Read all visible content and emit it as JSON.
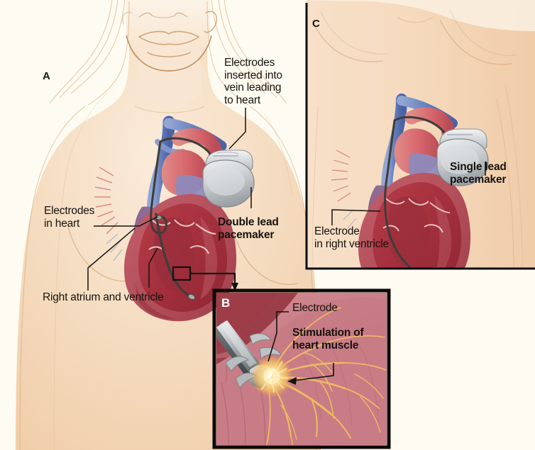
{
  "figure": {
    "title": "Cardiac pacemaker implantation illustration",
    "background_color": "#FEFCF2",
    "skin_color": "#F6DCC1",
    "panels": [
      {
        "id": "A",
        "letter": "A",
        "name": "double-lead-pacemaker-overview"
      },
      {
        "id": "B",
        "letter": "B",
        "name": "electrode-stimulation-detail"
      },
      {
        "id": "C",
        "letter": "C",
        "name": "single-lead-pacemaker-overview"
      }
    ]
  },
  "panel_a": {
    "letter": "A",
    "labels": {
      "electrodes_vein": "Electrodes\ninserted into\nvein leading\nto heart",
      "electrodes_heart": "Electrodes\nin heart",
      "right_atrium_ventricle": "Right atrium and ventricle",
      "double_lead_pacemaker": "Double lead\npacemaker"
    }
  },
  "panel_b": {
    "letter": "B",
    "labels": {
      "electrode": "Electrode",
      "stimulation": "Stimulation of\nheart muscle"
    },
    "colors": {
      "border": "#0B0A09",
      "muscle_light": "#CF8089",
      "muscle_dark": "#A34652",
      "spark": "#F5C36A"
    }
  },
  "panel_c": {
    "letter": "C",
    "labels": {
      "single_lead_pacemaker": "Single lead\npacemaker",
      "electrode_right_ventricle": "Electrode\nin right ventricle"
    },
    "colors": {
      "border": "#0B0A09"
    }
  },
  "colors": {
    "background": "#FEFCF2",
    "skin": "#F6DCC1",
    "skin_shadow": "#E8C3A0",
    "outline": "#C79768",
    "heart_muscle_red": "#A8323F",
    "heart_muscle_light": "#C05A63",
    "heart_chamber_dark": "#8C2A36",
    "vein_blue": "#6E85BE",
    "vein_blue_dark": "#3F5E9E",
    "artery_salmon": "#D4636A",
    "pacemaker_gray": "#C9CCCE",
    "pacemaker_gray_dark": "#8C9196",
    "lead_wire": "#4A4A48",
    "label_text": "#17120E",
    "spark_gold": "#F5C36A"
  }
}
